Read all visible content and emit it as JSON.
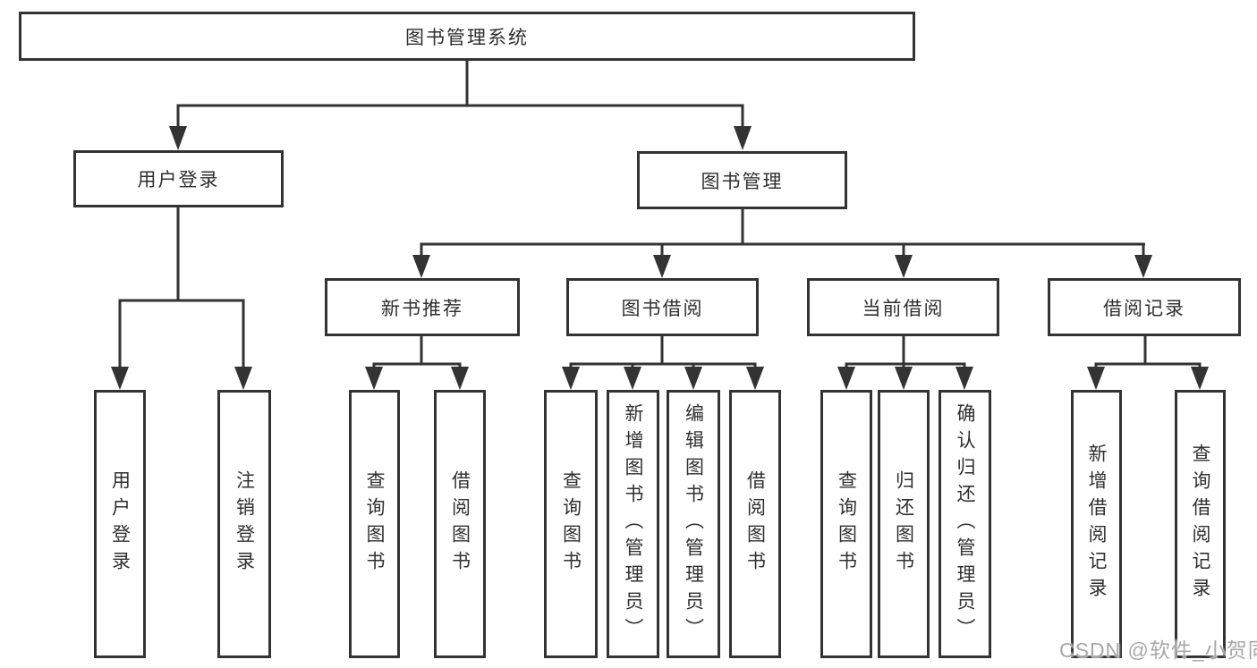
{
  "tree": {
    "root": {
      "label": "图书管理系统"
    },
    "children": [
      {
        "label": "用户登录",
        "children": [
          {
            "label": "用户登录"
          },
          {
            "label": "注销登录"
          }
        ]
      },
      {
        "label": "图书管理",
        "children": [
          {
            "label": "新书推荐",
            "children": [
              {
                "label": "查询图书"
              },
              {
                "label": "借阅图书"
              }
            ]
          },
          {
            "label": "图书借阅",
            "children": [
              {
                "label": "查询图书"
              },
              {
                "label": "新增图书（管理员）"
              },
              {
                "label": "编辑图书（管理员）"
              },
              {
                "label": "借阅图书"
              }
            ]
          },
          {
            "label": "当前借阅",
            "children": [
              {
                "label": "查询图书"
              },
              {
                "label": "归还图书"
              },
              {
                "label": "确认归还（管理员）"
              }
            ]
          },
          {
            "label": "借阅记录",
            "children": [
              {
                "label": "新增借阅记录"
              },
              {
                "label": "查询借阅记录"
              }
            ]
          }
        ]
      }
    ]
  },
  "watermark": {
    "text": "CSDN @软件_小贺同学"
  },
  "colors": {
    "line": "#333333",
    "box_border": "#333333",
    "text": "#2f2f2f",
    "watermark": "#a8a8a8",
    "background": "#ffffff"
  }
}
